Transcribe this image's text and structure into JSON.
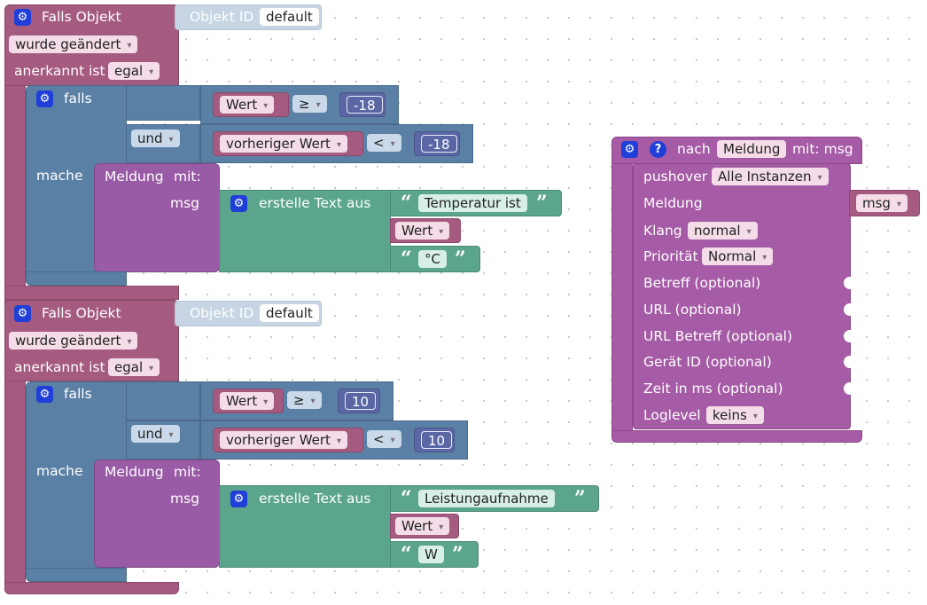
{
  "trigger": {
    "title": "Falls Objekt",
    "object_id_label": "Objekt ID",
    "object_id_value": "default",
    "changed_label": "wurde geändert",
    "acknowledged_label": "anerkannt ist",
    "acknowledged_value": "egal"
  },
  "logic": {
    "if_label": "falls",
    "and_label": "und",
    "do_label": "mache",
    "value_label": "Wert",
    "prev_value_label": "vorheriger Wert",
    "op_ge": "≥",
    "op_lt": "<"
  },
  "message": {
    "label": "Meldung",
    "with_label": "mit:",
    "param_label": "msg",
    "create_text_label": "erstelle Text aus"
  },
  "blocks": [
    {
      "threshold": "-18",
      "text_prefix": "Temperatur ist",
      "unit": "°C"
    },
    {
      "threshold": "10",
      "text_prefix": "Leistungaufnahme",
      "unit": "W"
    }
  ],
  "procedure": {
    "header_prefix": "nach",
    "name": "Meldung",
    "with_param": "mit: msg",
    "pushover_label": "pushover",
    "pushover_value": "Alle Instanzen",
    "message_label": "Meldung",
    "message_value": "msg",
    "sound_label": "Klang",
    "sound_value": "normal",
    "priority_label": "Priorität",
    "priority_value": "Normal",
    "subject_label": "Betreff (optional)",
    "url_label": "URL (optional)",
    "url_subject_label": "URL Betreff (optional)",
    "device_label": "Gerät ID (optional)",
    "time_label": "Zeit in ms (optional)",
    "loglevel_label": "Loglevel",
    "loglevel_value": "keins"
  },
  "colors": {
    "event": "#a55b80",
    "logic": "#5b80a5",
    "message": "#995ba5",
    "text": "#5ba58c",
    "math": "#5b67a5",
    "gear": "#1f3fd8"
  },
  "icons": [
    "gear-icon",
    "help-icon",
    "quote-open-icon",
    "quote-close-icon",
    "dropdown-arrow-icon"
  ]
}
